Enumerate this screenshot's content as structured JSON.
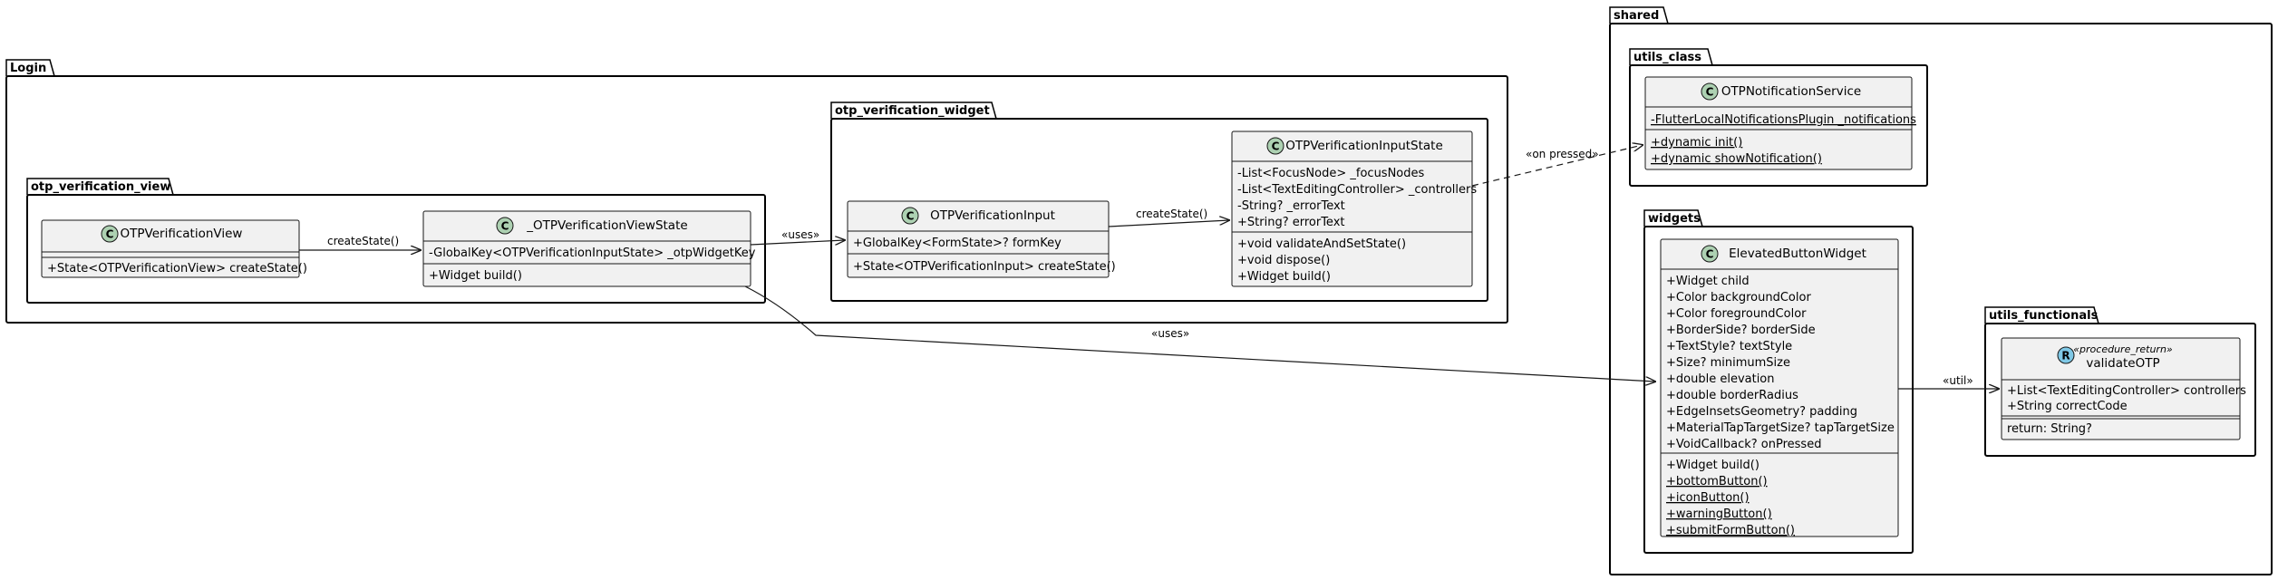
{
  "packages": {
    "login": "Login",
    "otp_verification_view": "otp_verification_view",
    "otp_verification_widget": "otp_verification_widget",
    "shared": "shared",
    "utils_class": "utils_class",
    "widgets": "widgets",
    "utils_functionals": "utils_functionals"
  },
  "classes": {
    "otp_verification_view": {
      "badge": "C",
      "name": "OTPVerificationView",
      "fields": [],
      "methods": [
        "+State<OTPVerificationView> createState()"
      ]
    },
    "otp_verification_view_state": {
      "badge": "C",
      "name": "_OTPVerificationViewState",
      "fields": [
        "-GlobalKey<OTPVerificationInputState> _otpWidgetKey"
      ],
      "methods": [
        "+Widget build()"
      ]
    },
    "otp_verification_input": {
      "badge": "C",
      "name": "OTPVerificationInput",
      "fields": [
        "+GlobalKey<FormState>? formKey"
      ],
      "methods": [
        "+State<OTPVerificationInput> createState()"
      ]
    },
    "otp_verification_input_state": {
      "badge": "C",
      "name": "OTPVerificationInputState",
      "fields": [
        "-List<FocusNode> _focusNodes",
        "-List<TextEditingController> _controllers",
        "-String? _errorText",
        "+String? errorText"
      ],
      "methods": [
        "+void validateAndSetState()",
        "+void dispose()",
        "+Widget build()"
      ]
    },
    "otp_notification_service": {
      "badge": "C",
      "name": "OTPNotificationService",
      "fields": [
        "-FlutterLocalNotificationsPlugin _notifications"
      ],
      "methods": [
        "+dynamic init()",
        "+dynamic showNotification()"
      ]
    },
    "elevated_button_widget": {
      "badge": "C",
      "name": "ElevatedButtonWidget",
      "fields": [
        "+Widget child",
        "+Color backgroundColor",
        "+Color foregroundColor",
        "+BorderSide? borderSide",
        "+TextStyle? textStyle",
        "+Size? minimumSize",
        "+double elevation",
        "+double borderRadius",
        "+EdgeInsetsGeometry? padding",
        "+MaterialTapTargetSize? tapTargetSize",
        "+VoidCallback? onPressed"
      ],
      "methods": [
        "+Widget build()",
        "+bottomButton()",
        "+iconButton()",
        "+warningButton()",
        "+submitFormButton()"
      ]
    },
    "validate_otp": {
      "badge": "R",
      "stereotype": "«procedure_return»",
      "name": "validateOTP",
      "fields": [
        "+List<TextEditingController> controllers",
        "+String correctCode"
      ],
      "extra": [
        "return: String?"
      ]
    }
  },
  "relations": {
    "create_state_view": "createState()",
    "uses_input": "«uses»",
    "create_state_input": "createState()",
    "on_pressed": "«on pressed»",
    "uses_button": "«uses»",
    "util": "«util»"
  },
  "colors": {
    "class_fill": "#f1f1f1",
    "class_badge": "#add1b2",
    "proc_badge": "#7fc8e6",
    "border": "#181818"
  },
  "icons": {
    "class": "class-icon",
    "procedure": "procedure-icon"
  }
}
